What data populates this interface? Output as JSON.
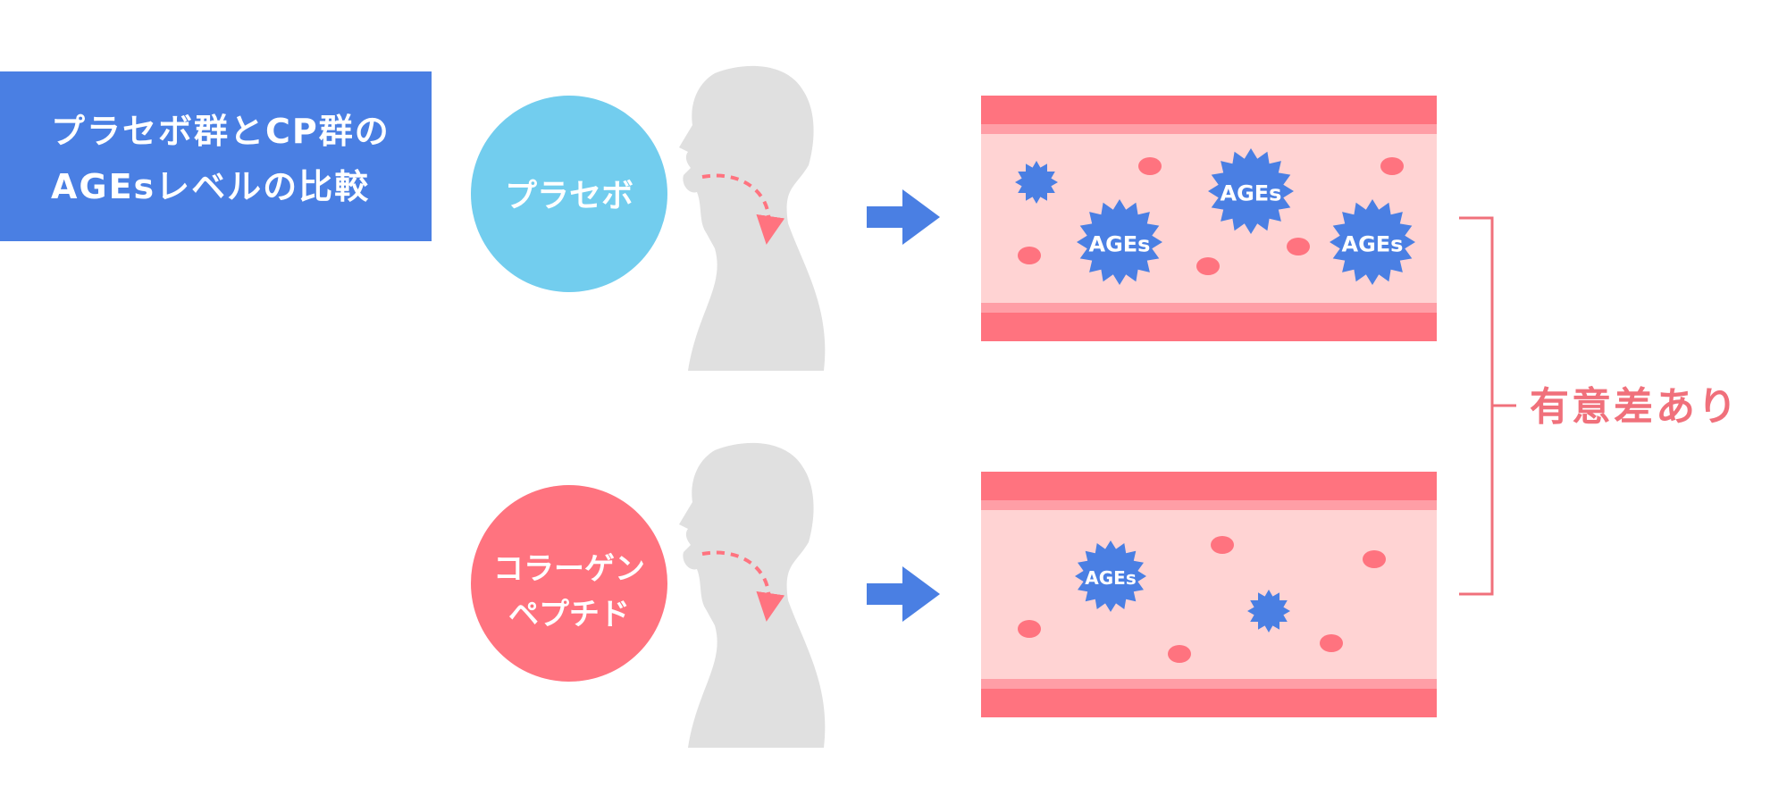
{
  "title": {
    "line1": "プラセボ群とCP群の",
    "line2": "AGEsレベルの比較"
  },
  "groups": [
    {
      "label_lines": [
        "プラセボ"
      ],
      "color": "#72cdee",
      "ages_count": 3,
      "small_stars": 1,
      "dots": 5
    },
    {
      "label_lines": [
        "コラーゲン",
        "ペプチド"
      ],
      "color": "#ff737f",
      "ages_count": 1,
      "small_stars": 1,
      "dots": 5
    }
  ],
  "ages_label": "AGEs",
  "result_label": "有意差あり",
  "colors": {
    "title_bg": "#4a7fe3",
    "arrow": "#4a7fe3",
    "vessel_wall": "#ff737f",
    "vessel_inner_line": "#ff9ea6",
    "vessel_lumen": "#ffd3d3",
    "ages_star": "#4a7fe3",
    "head": "#e0e0e0",
    "result_text": "#f0707b"
  }
}
